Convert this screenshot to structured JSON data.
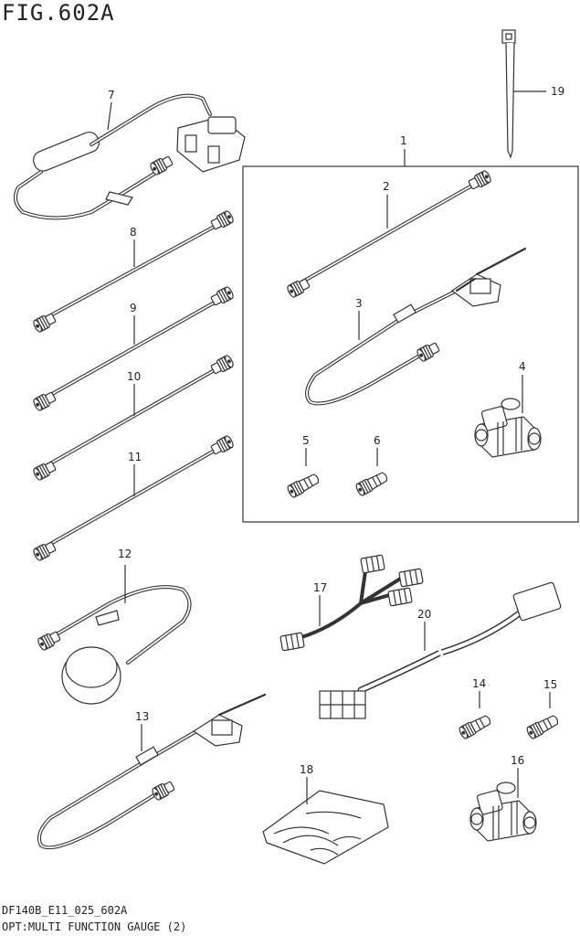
{
  "figure": {
    "title": "FIG.602A",
    "code": "DF140B_E11_025_602A",
    "description": "OPT:MULTI FUNCTION GAUGE (2)"
  },
  "callouts": [
    "1",
    "2",
    "3",
    "4",
    "5",
    "6",
    "7",
    "8",
    "9",
    "10",
    "11",
    "12",
    "13",
    "14",
    "15",
    "16",
    "17",
    "18",
    "19",
    "20"
  ]
}
